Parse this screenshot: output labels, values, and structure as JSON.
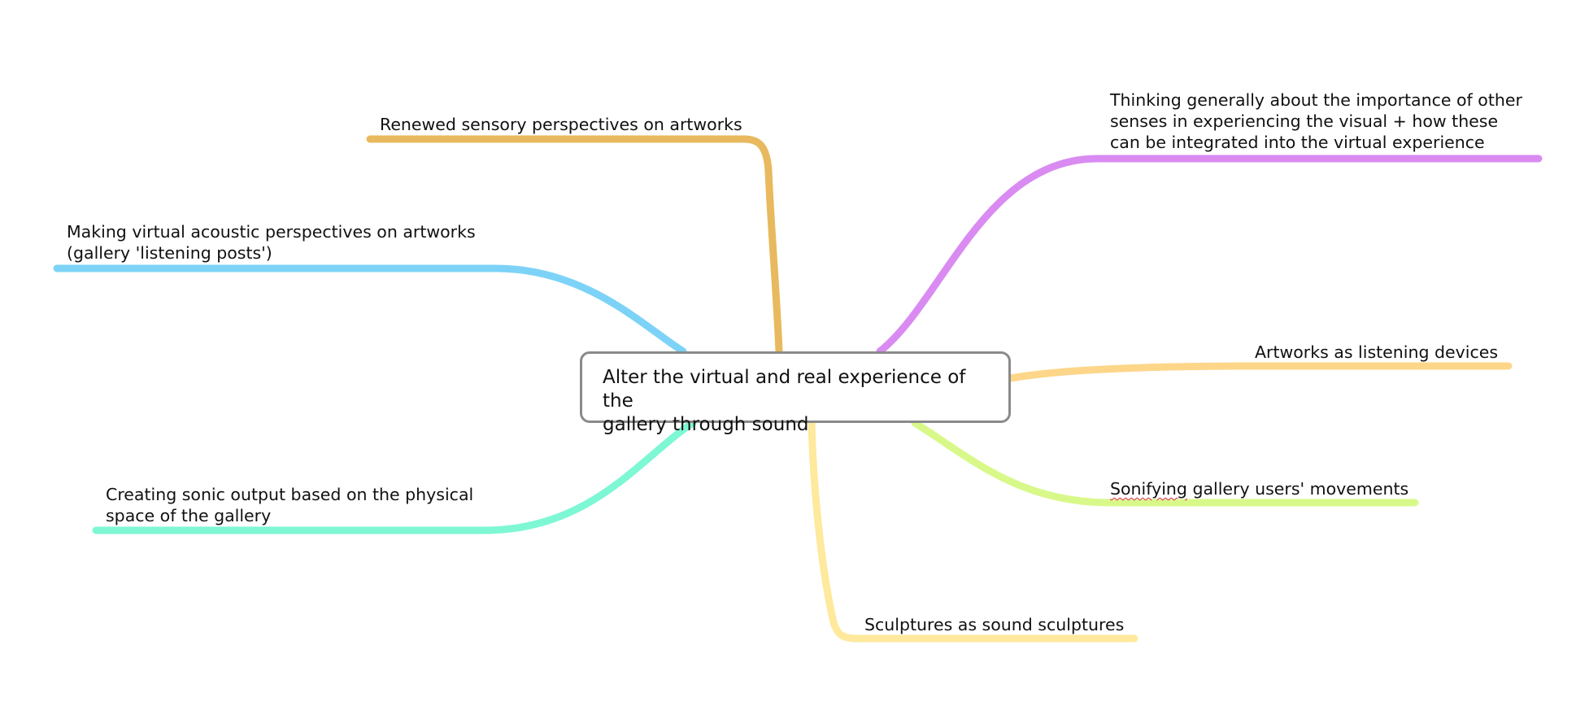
{
  "central_topic": {
    "line1": "Alter the virtual and real experience of the",
    "line2": "gallery through sound"
  },
  "topics": {
    "renewed_sensory": {
      "lines": [
        "Renewed sensory perspectives on artworks"
      ],
      "color": "#E8B95E"
    },
    "virtual_acoustic": {
      "lines": [
        "Making virtual acoustic perspectives on artworks",
        "(gallery 'listening posts')"
      ],
      "color": "#7DD3F7"
    },
    "creating_sonic": {
      "lines": [
        "Creating sonic output based on the physical",
        "space of the gallery"
      ],
      "color": "#7EF7D4"
    },
    "thinking_generally": {
      "lines": [
        "Thinking generally about the importance of other",
        "senses in experiencing the visual + how these",
        "can be integrated into the virtual experience"
      ],
      "color": "#D98BF2"
    },
    "artworks_listening": {
      "lines": [
        "Artworks as listening devices"
      ],
      "color": "#FDD68A"
    },
    "sonifying": {
      "misspelled_word": "Sonifying",
      "rest": " gallery users' movements",
      "color": "#D8F98A"
    },
    "sculptures": {
      "lines": [
        "Sculptures as sound sculptures"
      ],
      "color": "#FEE99C"
    }
  }
}
